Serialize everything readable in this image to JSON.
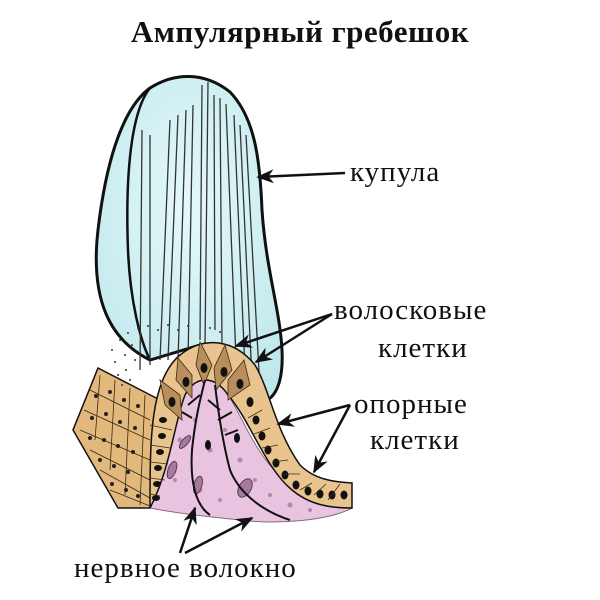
{
  "title": "Ампулярный гребешок",
  "labels": {
    "cupula": "купула",
    "hair_cells_line1": "волосковые",
    "hair_cells_line2": "клетки",
    "supporting_cells_line1": "опорные",
    "supporting_cells_line2": "клетки",
    "nerve_fiber": "нервное волокно"
  },
  "colors": {
    "cupula_fill": "#cdeff2",
    "epithelium_fill": "#e9c48e",
    "hair_cell_fill": "#b88e5c",
    "connective_tissue_fill": "#e8c4e0",
    "wall_cells_fill": "#e2b87c",
    "outline": "#111111"
  }
}
